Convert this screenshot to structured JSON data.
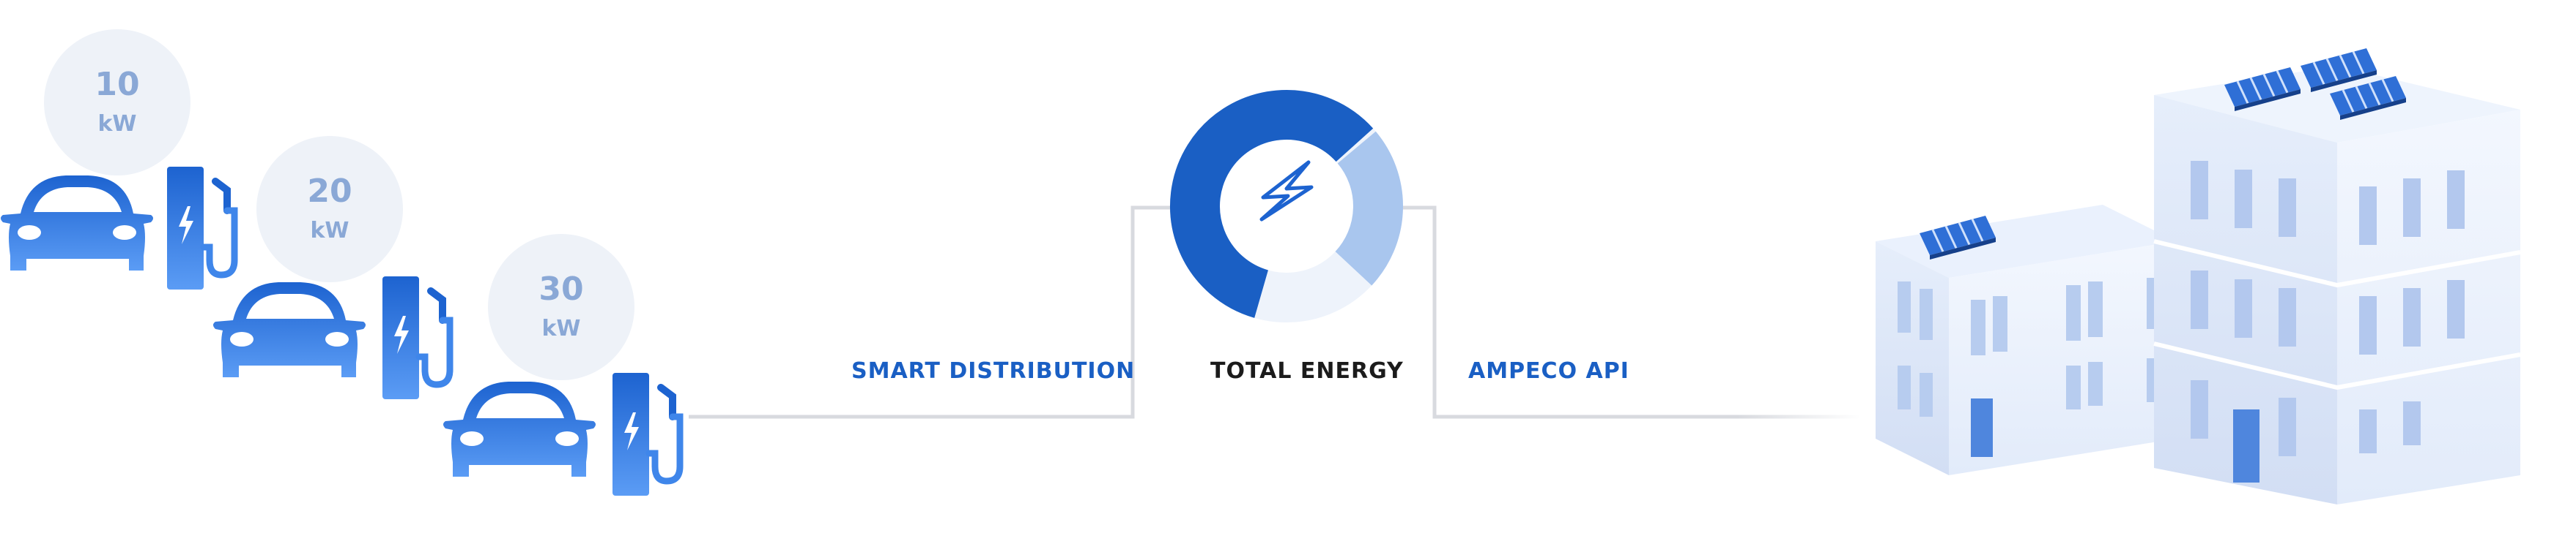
{
  "kw_levels": [
    {
      "value": "10",
      "unit": "kW"
    },
    {
      "value": "20",
      "unit": "kW"
    },
    {
      "value": "30",
      "unit": "kW"
    }
  ],
  "labels": {
    "smart_distribution": "SMART DISTRIBUTION",
    "total_energy": "TOTAL ENERGY",
    "ampeco_api": "AMPECO API"
  },
  "colors": {
    "brand_blue": "#1a5fc4",
    "light_blue": "#a9c6ee",
    "car_gradient_top": "#1d63d0",
    "car_gradient_bottom": "#5b9cf5",
    "bubble": "#eef2f8",
    "bubble_text": "#8aa8d6",
    "line": "#d8dadf",
    "building": "#dde7f8"
  },
  "icons": [
    "car-icon",
    "charger-icon",
    "lightning-icon",
    "solar-panel-icon",
    "building-icon"
  ]
}
